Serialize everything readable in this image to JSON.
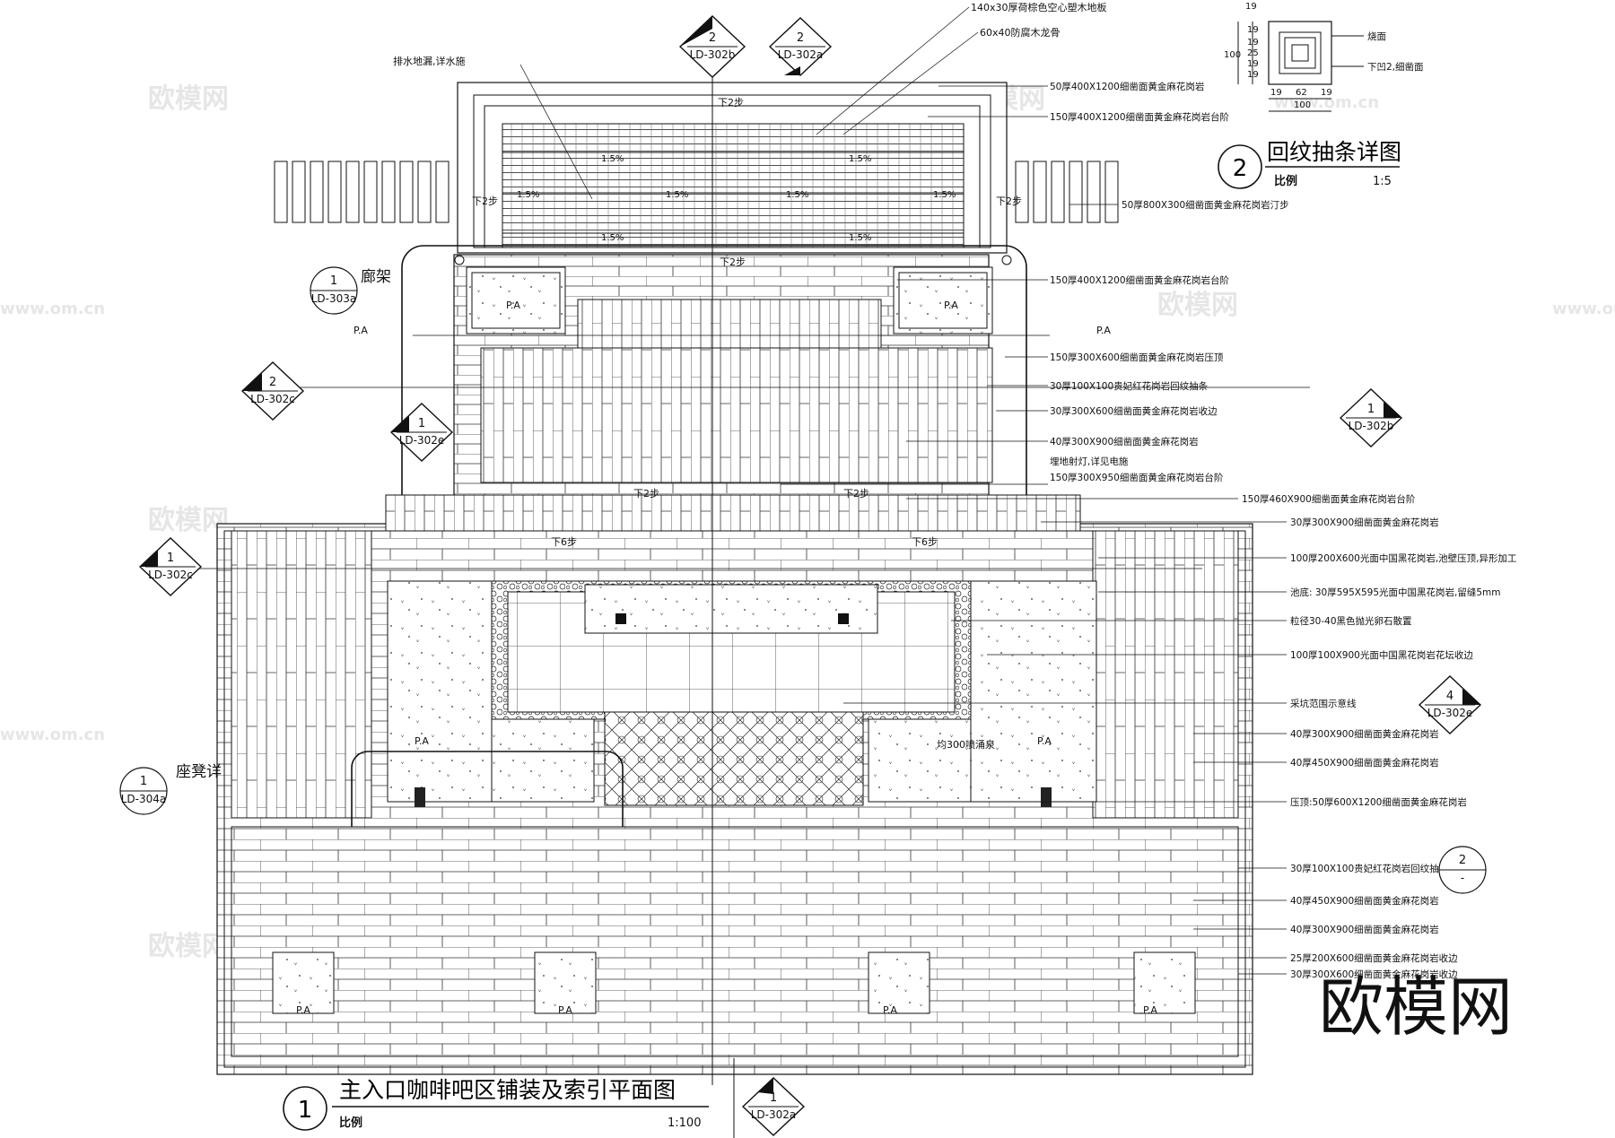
{
  "title_main": {
    "number": "1",
    "text": "主入口咖啡吧区铺装及索引平面图",
    "scale_label": "比例",
    "scale": "1:100"
  },
  "title_detail": {
    "number": "2",
    "text": "回纹抽条详图",
    "scale_label": "比例",
    "scale": "1:5"
  },
  "detail_dims": {
    "h1": "19",
    "h2": "62",
    "h3": "19",
    "total": "100",
    "v": [
      "19",
      "19",
      "25",
      "19",
      "19"
    ],
    "vtotal": "100"
  },
  "detail_labels": [
    "烧面",
    "下凹2,细凿面"
  ],
  "section_markers": [
    {
      "id": "m_top1",
      "num": "2",
      "ref": "LD-302b"
    },
    {
      "id": "m_top2",
      "num": "2",
      "ref": "LD-302a"
    },
    {
      "id": "m_left1",
      "num": "1",
      "ref": "LD-303a"
    },
    {
      "id": "m_left2",
      "num": "2",
      "ref": "LD-302c"
    },
    {
      "id": "m_left3",
      "num": "1",
      "ref": "LD-302e"
    },
    {
      "id": "m_right1",
      "num": "1",
      "ref": "LD-302b"
    },
    {
      "id": "m_left4",
      "num": "1",
      "ref": "LD-302c"
    },
    {
      "id": "m_right2",
      "num": "4",
      "ref": "LD-302e"
    },
    {
      "id": "m_left5",
      "num": "1",
      "ref": "LD-304a"
    },
    {
      "id": "m_right3",
      "num": "2",
      "ref": "-"
    },
    {
      "id": "m_bottom",
      "num": "1",
      "ref": "LD-302a"
    }
  ],
  "side_notes": {
    "gallery": "廊架",
    "seat": "座凳详"
  },
  "annotations_top": [
    "140x30厚荷棕色空心塑木地板",
    "60x40防腐木龙骨",
    "排水地漏,详水施"
  ],
  "annotations_right": [
    "50厚400X1200细凿面黄金麻花岗岩",
    "150厚400X1200细凿面黄金麻花岗岩台阶",
    "50厚800X300细凿面黄金麻花岗岩汀步",
    "150厚400X1200细凿面黄金麻花岗岩台阶",
    "150厚300X600细凿面黄金麻花岗岩压顶",
    "30厚100X100贵妃红花岗岩回纹抽条",
    "30厚300X600细凿面黄金麻花岗岩收边",
    "40厚300X900细凿面黄金麻花岗岩",
    "埋地射灯,详见电施",
    "150厚300X950细凿面黄金麻花岗岩台阶",
    "150厚460X900细凿面黄金麻花岗岩台阶",
    "30厚300X900细凿面黄金麻花岗岩",
    "100厚200X600光面中国黑花岗岩,池壁压顶,异形加工",
    "池底: 30厚595X595光面中国黑花岗岩,留缝5mm",
    "粒径30-40黑色抛光卵石散置",
    "100厚100X900光面中国黑花岗岩花坛收边",
    "采坑范围示意线",
    "40厚300X900细凿面黄金麻花岗岩",
    "40厚450X900细凿面黄金麻花岗岩",
    "压顶:50厚600X1200细凿面黄金麻花岗岩",
    "30厚100X100贵妃红花岗岩回纹抽条",
    "40厚450X900细凿面黄金麻花岗岩",
    "40厚300X900细凿面黄金麻花岗岩",
    "25厚200X600细凿面黄金麻花岗岩收边",
    "30厚300X600细凿面黄金麻花岗岩收边"
  ],
  "inline_labels": {
    "pa": "P.A",
    "step2": "下2步",
    "step6": "下6步",
    "slope": "1.5%",
    "spray": "均300喷涌泉"
  },
  "watermark": {
    "brand": "欧模网",
    "url": "www.om.cn"
  }
}
